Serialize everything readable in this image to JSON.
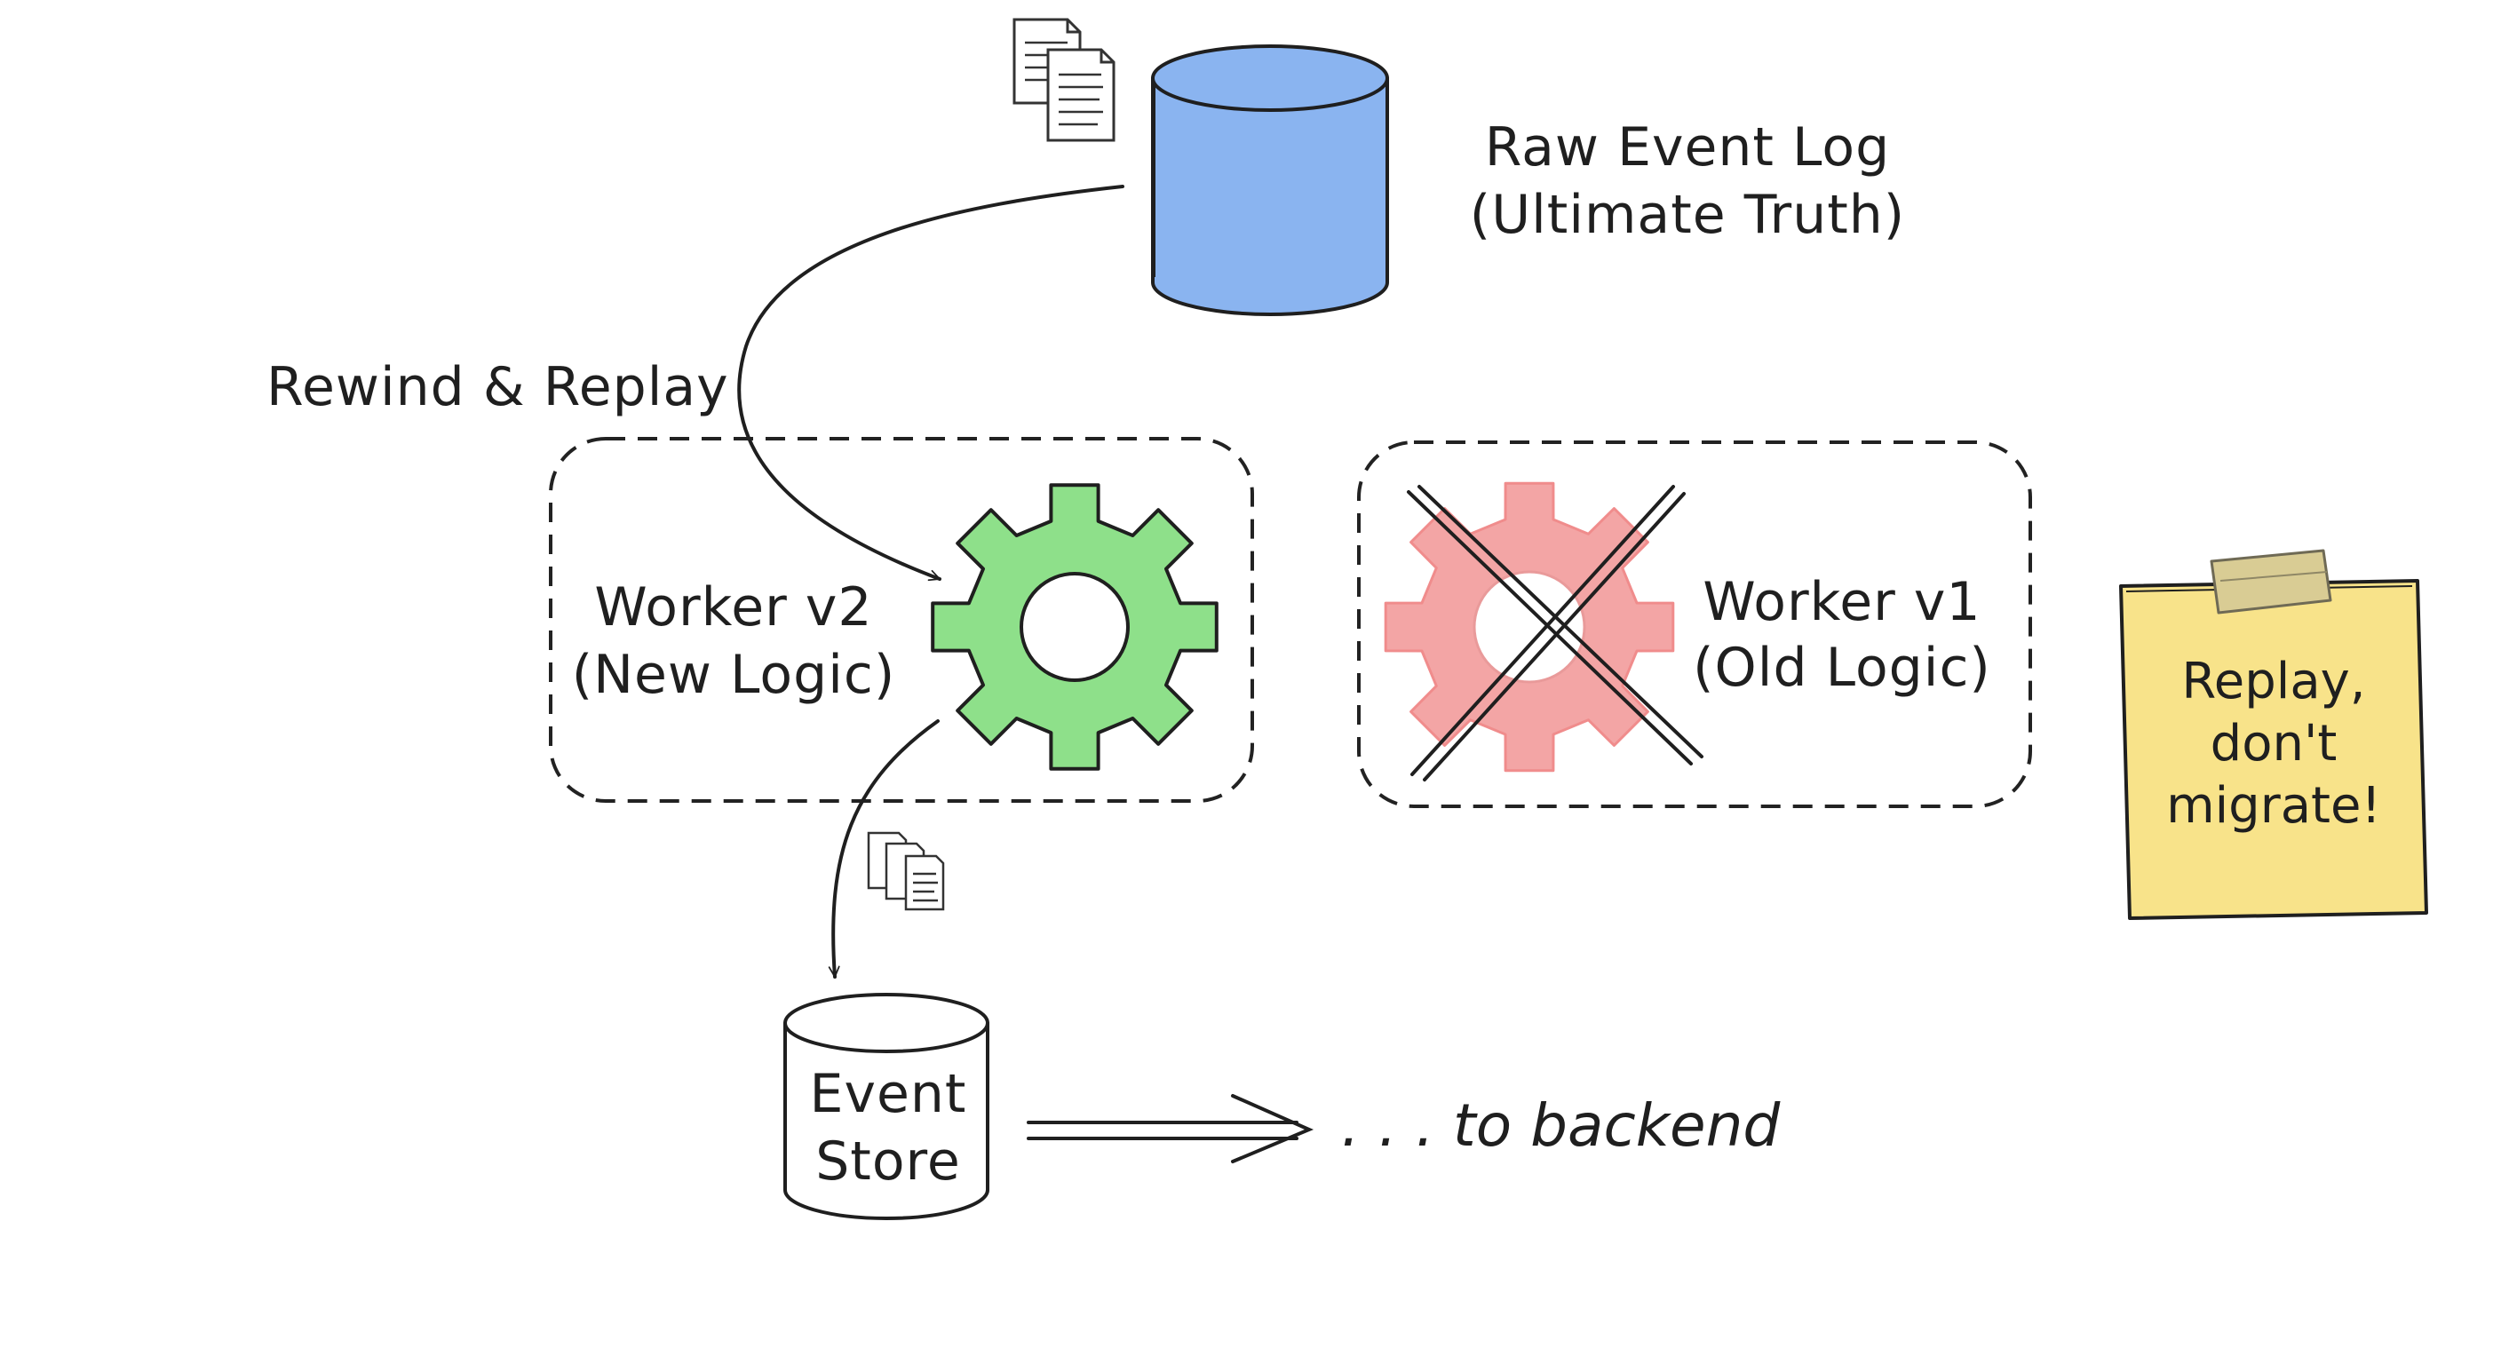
{
  "raw_log": {
    "line1": "Raw Event Log",
    "line2": "(Ultimate Truth)",
    "color": "#8ab4f0"
  },
  "rewind_label": "Rewind & Replay",
  "worker_v2": {
    "line1": "Worker v2",
    "line2": "(New Logic)",
    "gear_color": "#8ee08a"
  },
  "worker_v1": {
    "line1": "Worker v1",
    "line2": "(Old Logic)",
    "gear_color": "#f3a5a5"
  },
  "sticky_note": {
    "line1": "Replay,",
    "line2": "don't",
    "line3": "migrate!",
    "color": "#f8e38a",
    "tape_color": "#d9cc94"
  },
  "event_store": {
    "line1": "Event",
    "line2": "Store"
  },
  "backend_label": ". . . to backend"
}
